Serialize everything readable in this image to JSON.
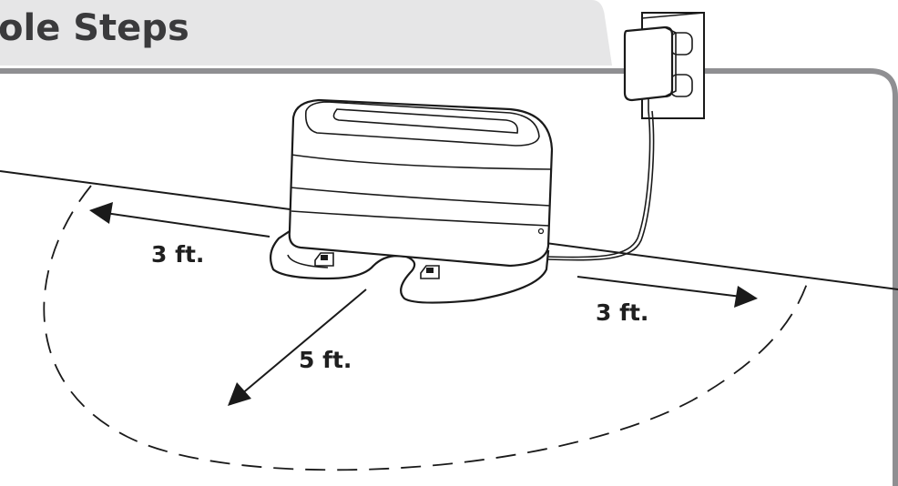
{
  "header": {
    "title": "ole Steps"
  },
  "diagram": {
    "labels": {
      "left_distance": "3 ft.",
      "right_distance": "3 ft.",
      "front_distance": "5 ft."
    }
  },
  "colors": {
    "header_background": "#e6e6e7",
    "panel_border": "#8f8f92",
    "ink": "#1a1a1a"
  },
  "icons": [
    "wall-outlet-icon",
    "power-adapter-icon",
    "home-base-icon",
    "charging-contact-icon"
  ]
}
